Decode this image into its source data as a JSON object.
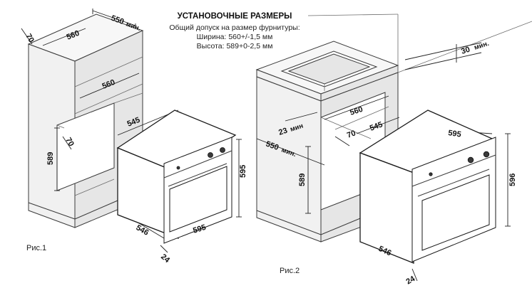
{
  "header": {
    "title": "УСТАНОВОЧНЫЕ РАЗМЕРЫ",
    "line1": "Общий допуск на размер фурнитуры:",
    "line2": "Ширина: 560+/-1,5 мм",
    "line3": "Высота: 589+0-2,5 мм"
  },
  "fig1": {
    "label": "Рис.1",
    "dims": {
      "top_depth": "550",
      "top_depth_unit": "мин.",
      "side_gap": "70",
      "top_width": "560",
      "niche_width": "560",
      "oven_depth": "545",
      "niche_gap": "70",
      "niche_height": "589",
      "oven_height": "595",
      "oven_width": "595",
      "oven_depth_bottom": "546",
      "oven_front": "24"
    }
  },
  "fig2": {
    "label": "Рис.2",
    "dims": {
      "top_clearance": "30",
      "top_clearance_unit": "мин.",
      "back_gap": "23",
      "back_gap_unit": "мин",
      "niche_width": "560",
      "cabinet_depth": "550",
      "cabinet_depth_unit": "мин.",
      "oven_depth": "545",
      "niche_gap": "70",
      "niche_height": "589",
      "oven_width": "595",
      "oven_height": "596",
      "oven_depth_bottom": "546",
      "oven_front": "24"
    }
  }
}
